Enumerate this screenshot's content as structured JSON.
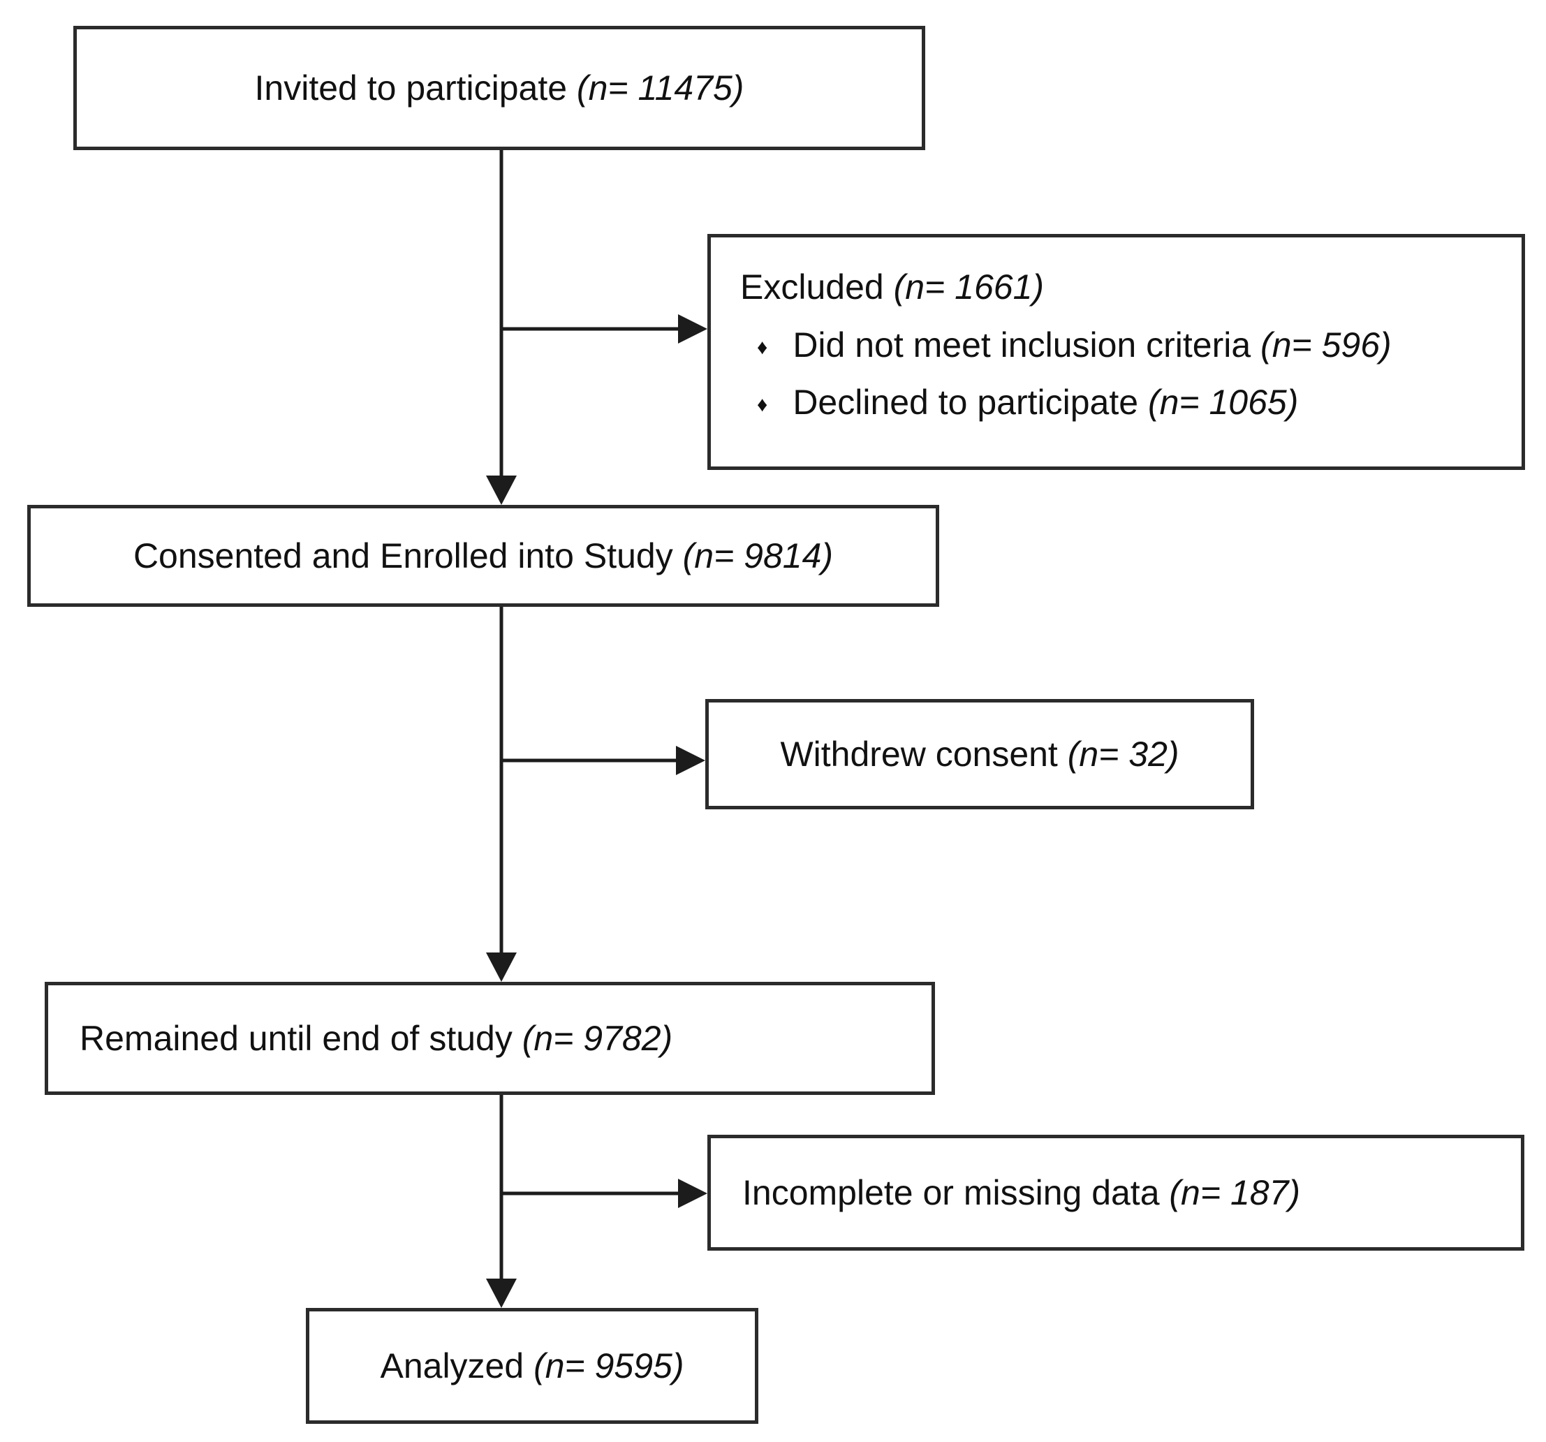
{
  "diagram": {
    "type": "flowchart",
    "background": "#ffffff",
    "line_color": "#1c1c1c",
    "box_border_color": "#2b2b2b",
    "text_color": "#111111",
    "boxes": {
      "invited": {
        "label": "Invited to participate ",
        "n": "(n= 11475)"
      },
      "excluded": {
        "label": "Excluded ",
        "n": "(n= 1661)",
        "bullet_glyph": "♦",
        "items": [
          {
            "label": "Did not meet inclusion criteria ",
            "n": "(n= 596)"
          },
          {
            "label": "Declined to participate ",
            "n": "(n= 1065)"
          }
        ]
      },
      "consented": {
        "label": "Consented and Enrolled into Study ",
        "n": "(n= 9814)"
      },
      "withdrew": {
        "label": "Withdrew consent ",
        "n": "(n= 32)"
      },
      "remained": {
        "label": "Remained until end of study ",
        "n": "(n= 9782)"
      },
      "incomplete": {
        "label": "Incomplete or missing data ",
        "n": "(n= 187)"
      },
      "analyzed": {
        "label": "Analyzed ",
        "n": "(n= 9595)"
      }
    },
    "edges": [
      {
        "from": "invited",
        "to": "consented"
      },
      {
        "from": "invited",
        "to": "excluded"
      },
      {
        "from": "consented",
        "to": "remained"
      },
      {
        "from": "consented",
        "to": "withdrew"
      },
      {
        "from": "remained",
        "to": "analyzed"
      },
      {
        "from": "remained",
        "to": "incomplete"
      }
    ]
  }
}
